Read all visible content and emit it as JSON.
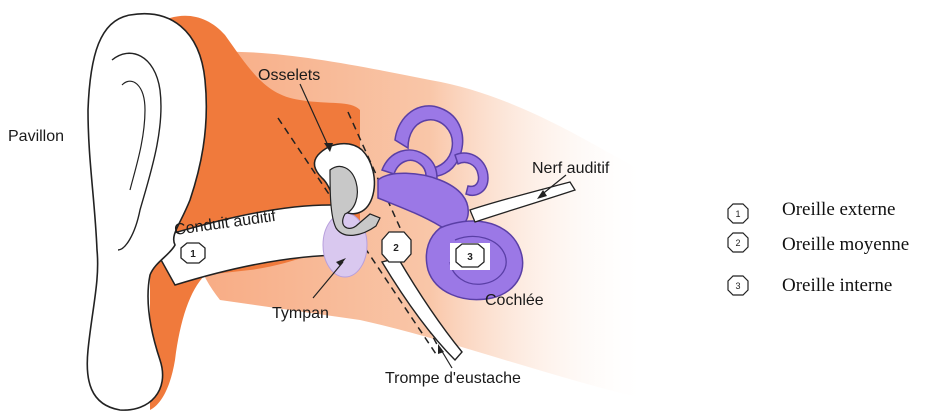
{
  "labels": {
    "pavillon": "Pavillon",
    "osselets": "Osselets",
    "nerf": "Nerf auditif",
    "conduit": "Conduit auditif",
    "tympan": "Tympan",
    "cochlee": "Cochlée",
    "trompe": "Trompe d'eustache"
  },
  "markers": {
    "m1": "1",
    "m2": "2",
    "m3": "3"
  },
  "legend": [
    {
      "num": "1",
      "text": "Oreille externe"
    },
    {
      "num": "2",
      "text": "Oreille moyenne"
    },
    {
      "num": "3",
      "text": "Oreille interne"
    }
  ],
  "colors": {
    "tissue": "#f07a3c",
    "glow": "#f7b48f",
    "cochlea": "#9b78e6",
    "tympan": "#d9c8ef",
    "bone": "#c8c8c8"
  }
}
